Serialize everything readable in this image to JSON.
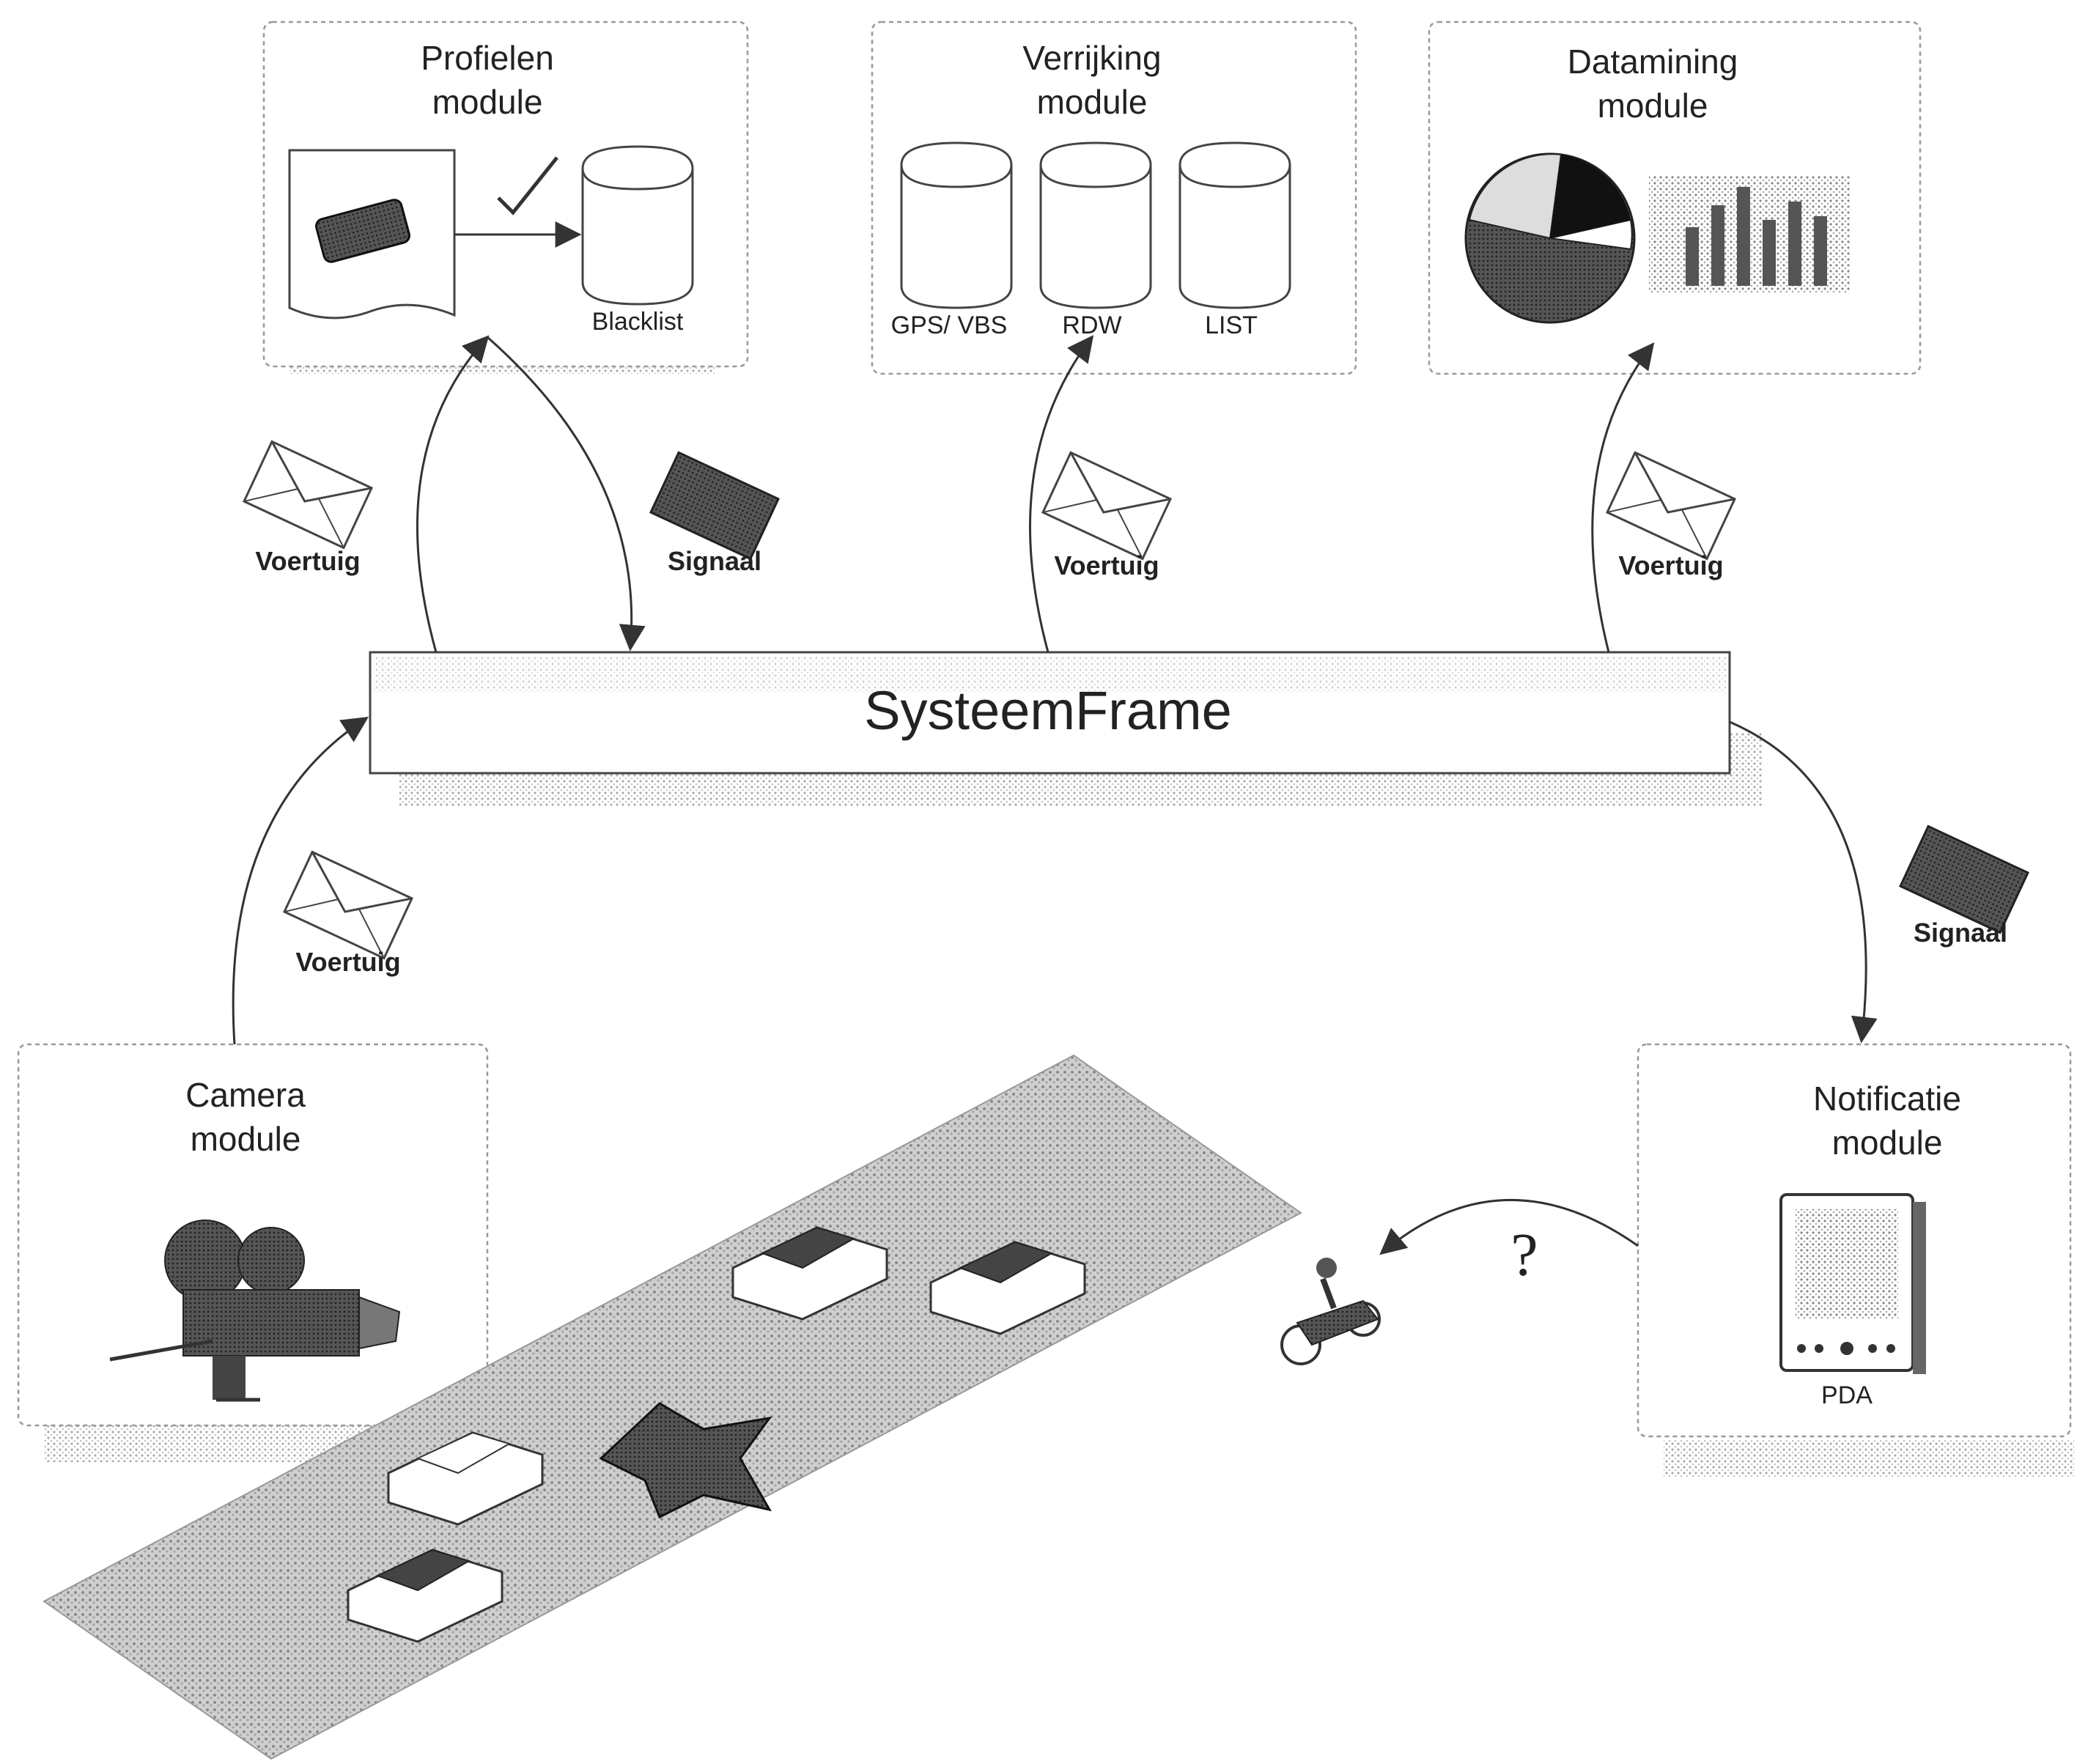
{
  "modules": {
    "profielen": {
      "title_line1": "Profielen",
      "title_line2": "module",
      "db_label": "Blacklist"
    },
    "verrijking": {
      "title_line1": "Verrijking",
      "title_line2": "module",
      "db_labels": [
        "GPS/ VBS",
        "RDW",
        "LIST"
      ]
    },
    "datamining": {
      "title_line1": "Datamining",
      "title_line2": "module"
    },
    "camera": {
      "title_line1": "Camera",
      "title_line2": "module"
    },
    "notificatie": {
      "title_line1": "Notificatie",
      "title_line2": "module",
      "device_label": "PDA"
    }
  },
  "systeemframe": {
    "label": "SysteemFrame"
  },
  "messages": {
    "voertuig": "Voertuig",
    "signaal": "Signaal"
  },
  "notification_symbol": "?",
  "icons": [
    "envelope-icon",
    "license-plate-icon",
    "checkmark-icon",
    "database-icon",
    "pie-chart-icon",
    "bar-chart-icon",
    "video-camera-icon",
    "pda-icon",
    "motorcycle-icon",
    "car-icon"
  ]
}
